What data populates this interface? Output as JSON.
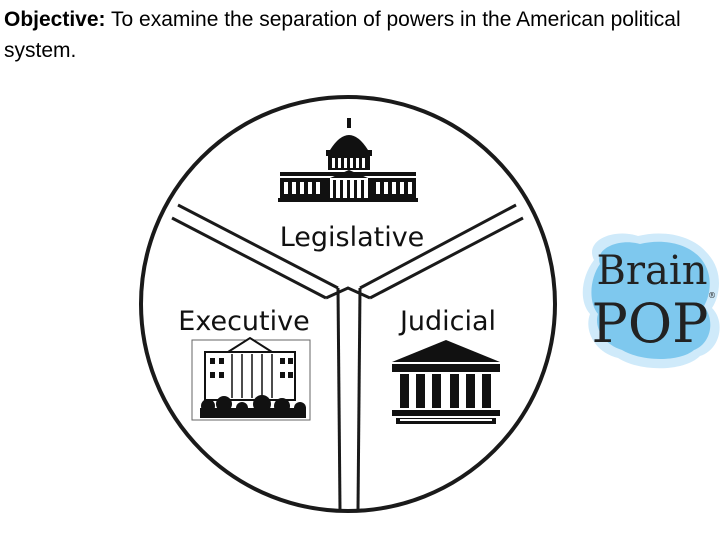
{
  "objective": {
    "label": "Objective:",
    "text": " To examine the separation of powers in the American political system."
  },
  "diagram": {
    "segments": [
      {
        "label": "Legislative",
        "icon": "capitol-building-icon"
      },
      {
        "label": "Executive",
        "icon": "white-house-icon"
      },
      {
        "label": "Judicial",
        "icon": "courthouse-icon"
      }
    ],
    "line_color": "#1a1a1a"
  },
  "logo": {
    "line1": "Brain",
    "line2": "POP",
    "mark": "®",
    "icon": "brainpop-logo-icon",
    "colors": {
      "splash": "#7ec8ee",
      "splash_light": "#cfeafa",
      "text": "#222222"
    }
  }
}
